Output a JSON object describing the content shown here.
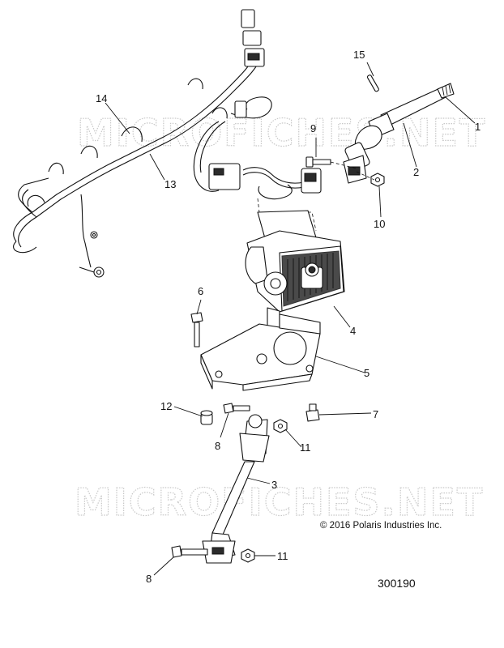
{
  "watermark": "MICROFICHES.NET",
  "copyright": "© 2016 Polaris Industries Inc.",
  "drawing_number": "300190",
  "callouts": {
    "c1": "1",
    "c2": "2",
    "c3": "3",
    "c4": "4",
    "c5": "5",
    "c6": "6",
    "c7": "7",
    "c8a": "8",
    "c8b": "8",
    "c9": "9",
    "c10": "10",
    "c11a": "11",
    "c11b": "11",
    "c12": "12",
    "c13": "13",
    "c14": "14",
    "c15": "15"
  }
}
